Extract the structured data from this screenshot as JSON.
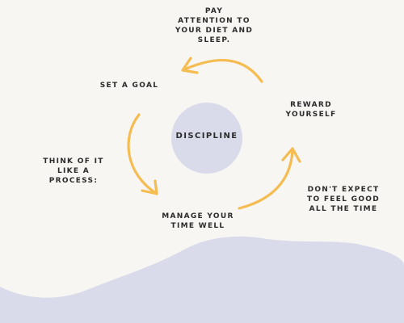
{
  "diagram": {
    "center": "Discipline",
    "steps": {
      "pay_attention": "Pay\nattention to\nyour diet and\nsleep.",
      "set_goal": "Set a goal",
      "reward": "Reward\nyourself",
      "think_process": "Think of it\nlike a\nprocess:",
      "dont_expect": "Don't expect\nto feel good\nall the time",
      "manage_time": "Manage your\ntime well"
    }
  },
  "colors": {
    "background": "#f7f6f3",
    "circle": "#d9dbea",
    "wave": "#d9dbea",
    "arrow": "#f5bc52",
    "text": "#2b2b2b"
  }
}
